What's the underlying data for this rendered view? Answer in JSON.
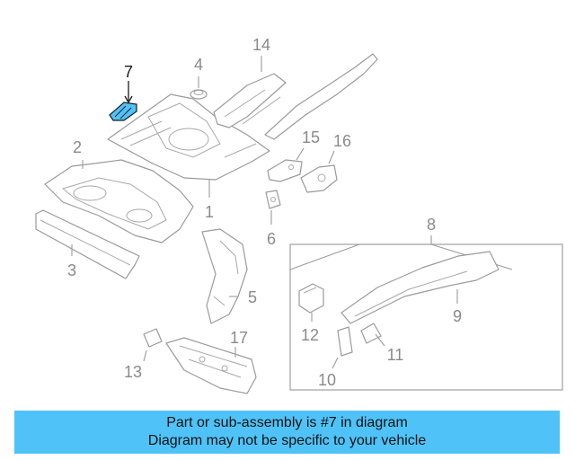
{
  "callouts": {
    "c1": "1",
    "c2": "2",
    "c3": "3",
    "c4": "4",
    "c5": "5",
    "c6": "6",
    "c7": "7",
    "c8": "8",
    "c9": "9",
    "c10": "10",
    "c11": "11",
    "c12": "12",
    "c13": "13",
    "c14": "14",
    "c15": "15",
    "c16": "16",
    "c17": "17"
  },
  "highlight_color": "#4fc3f7",
  "banner": {
    "line1": "Part or sub-assembly is #7 in diagram",
    "line2": "Diagram may not be specific to your vehicle",
    "background": "#4fc3f7"
  }
}
